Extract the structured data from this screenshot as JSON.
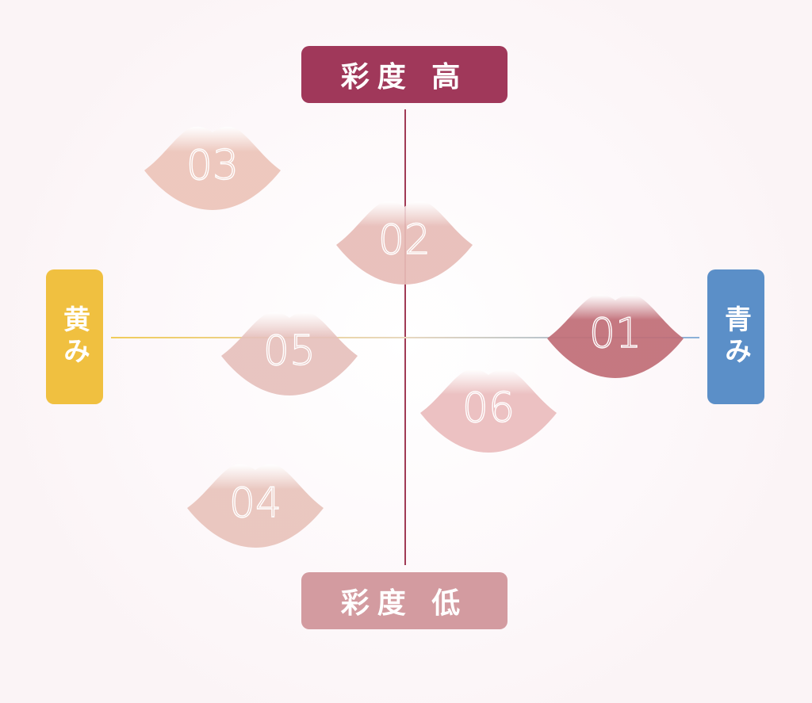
{
  "axes": {
    "top_label": "彩度 高",
    "bottom_label": "彩度 低",
    "left_label": "黄み",
    "right_label": "青み",
    "colors": {
      "top": "#a0385a",
      "bottom": "#d39ba0",
      "left": "#f0c040",
      "right": "#5b8fc8",
      "vertical_line": "#a03a55"
    }
  },
  "items": [
    {
      "id": "01",
      "color": "#c06d76"
    },
    {
      "id": "02",
      "color": "#e7bcb7"
    },
    {
      "id": "03",
      "color": "#ecc4b9"
    },
    {
      "id": "04",
      "color": "#e8c3bb"
    },
    {
      "id": "05",
      "color": "#e6c0bc"
    },
    {
      "id": "06",
      "color": "#eabcbd"
    }
  ]
}
